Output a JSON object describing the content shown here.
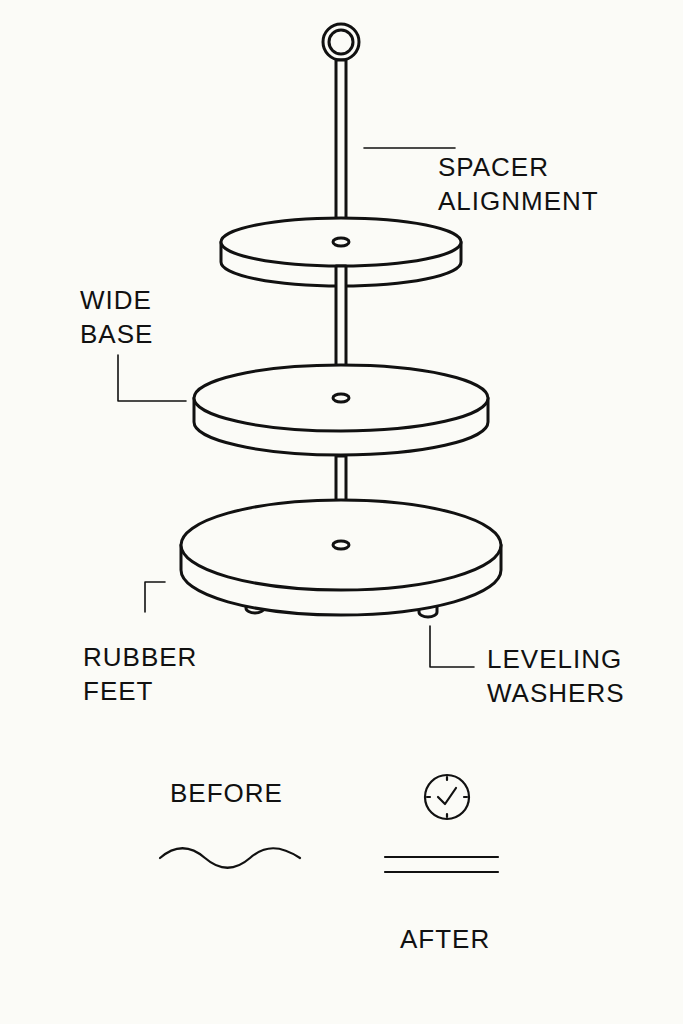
{
  "diagram": {
    "labels": [
      "SPACER ALIGNMENT",
      "WIDE BASE",
      "RUBBER FEET",
      "LEVELING WASHERS",
      "BEFORE",
      "AFTER"
    ]
  }
}
